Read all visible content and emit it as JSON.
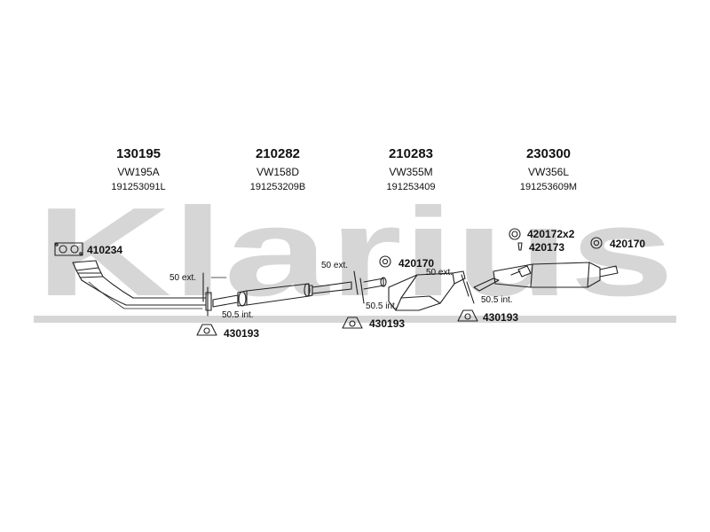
{
  "watermark": {
    "text": "Klarius",
    "color": "#d3d3d3"
  },
  "headers": [
    {
      "part_number": "130195",
      "code": "VW195A",
      "oe_number": "191253091L"
    },
    {
      "part_number": "210282",
      "code": "VW158D",
      "oe_number": "191253209B"
    },
    {
      "part_number": "210283",
      "code": "VW355M",
      "oe_number": "191253409"
    },
    {
      "part_number": "230300",
      "code": "VW356L",
      "oe_number": "191253609M"
    }
  ],
  "parts": {
    "gasket": "410234",
    "clamp_right_a": "420172x2",
    "clamp_right_b": "420173",
    "ring_mid": "420170",
    "ring_right": "420170",
    "hanger_left": "430193",
    "hanger_mid": "430193",
    "hanger_right": "430193"
  },
  "notes": {
    "ext_1": "50 ext.",
    "int_1": "50.5 int.",
    "ext_2": "50 ext.",
    "int_2": "50.5 int.",
    "ext_3": "50 ext.",
    "int_3": "50.5 int."
  },
  "colors": {
    "line": "#222222",
    "watermark": "#d3d3d3"
  }
}
